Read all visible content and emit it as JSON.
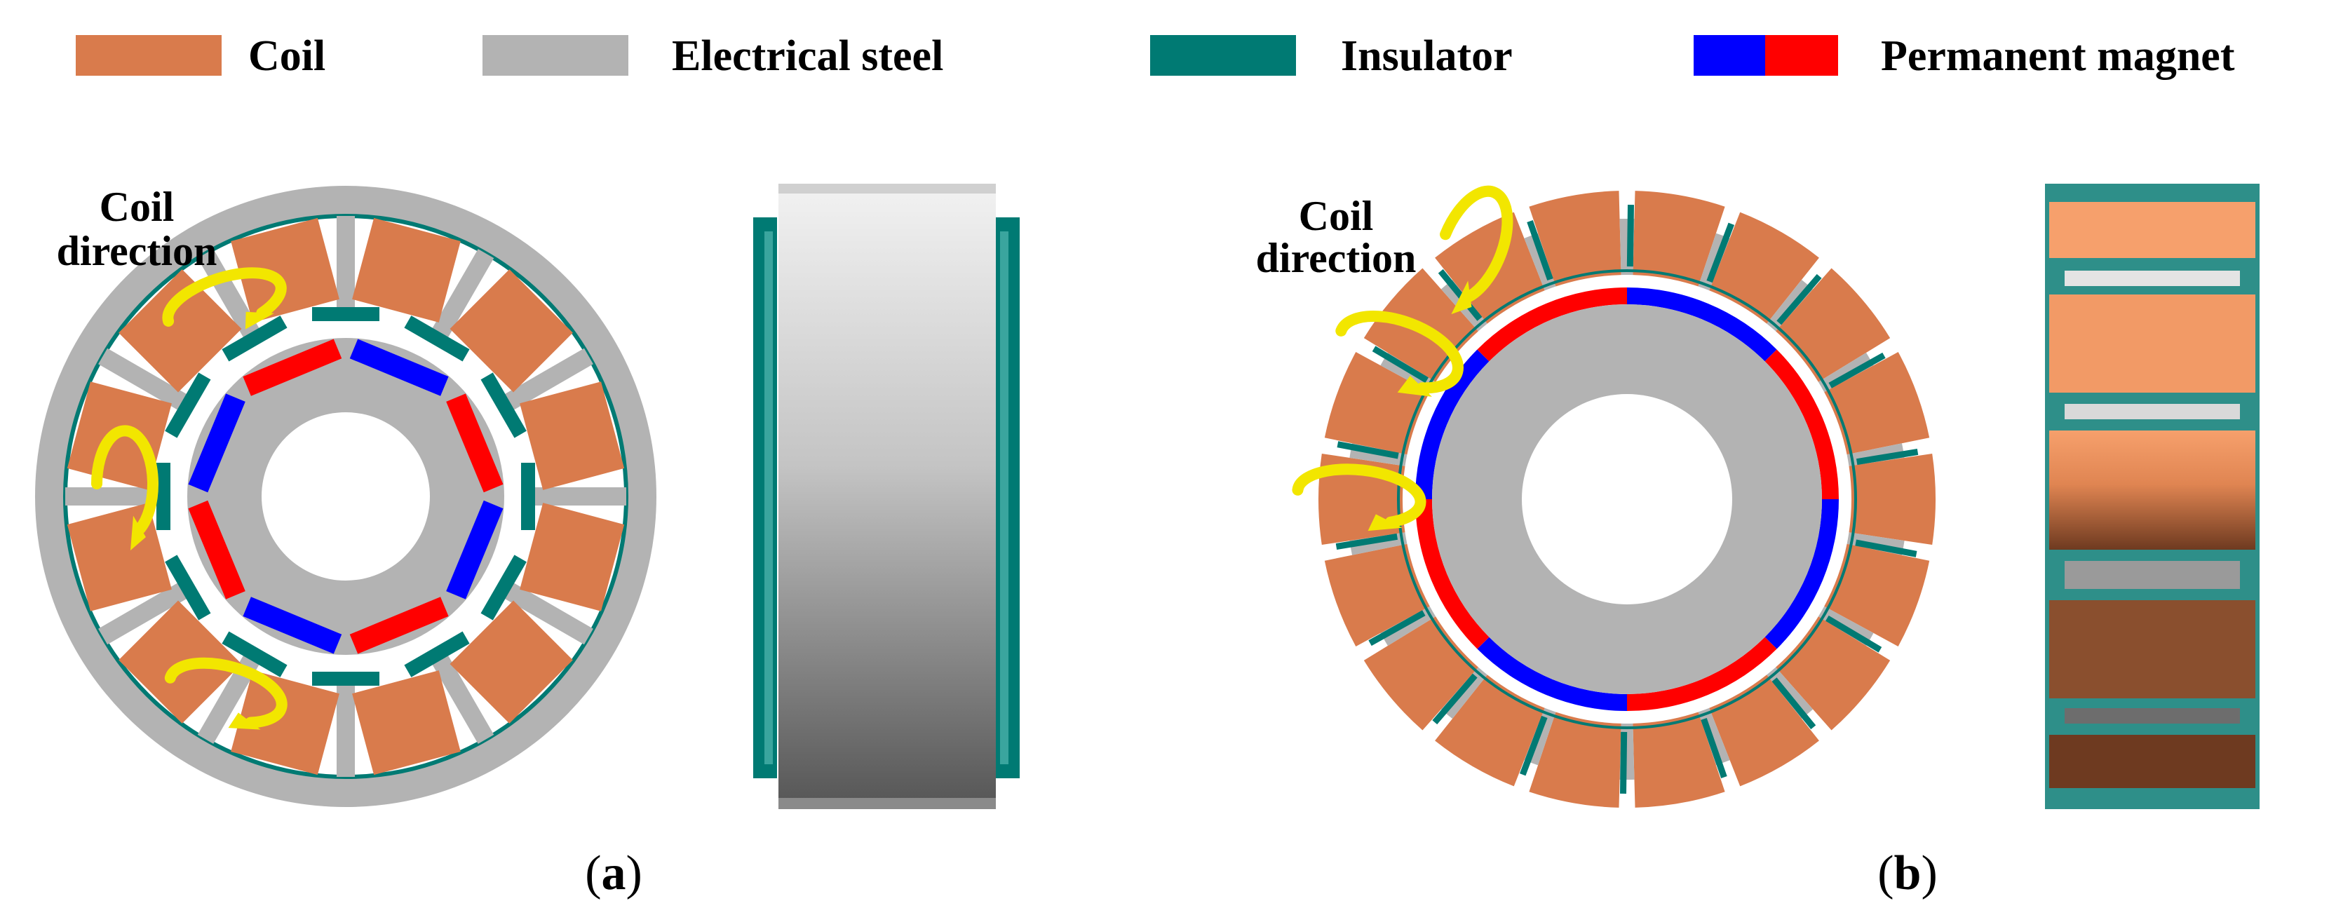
{
  "legend": [
    {
      "label": "Coil",
      "swatch": "coil"
    },
    {
      "label": "Electrical steel",
      "swatch": "steel"
    },
    {
      "label": "Insulator",
      "swatch": "insulator"
    },
    {
      "label": "Permanent magnet",
      "swatch": "magnet"
    }
  ],
  "panel_a": {
    "annotation_line1": "Coil",
    "annotation_line2": "direction",
    "caption_open": "(",
    "caption_letter": "a",
    "caption_close": ")",
    "slot_count": 12,
    "magnet_count": 8
  },
  "panel_b": {
    "annotation_line1": "Coil",
    "annotation_line2": "direction",
    "caption_open": "(",
    "caption_letter": "b",
    "caption_close": ")",
    "slot_count": 18,
    "magnet_segments": 8
  },
  "colors": {
    "coil": "#d97b4c",
    "steel": "#b3b3b3",
    "insulator": "#007a73",
    "magnet_n": "#0000ff",
    "magnet_s": "#ff0000",
    "arrow": "#f2e600"
  }
}
